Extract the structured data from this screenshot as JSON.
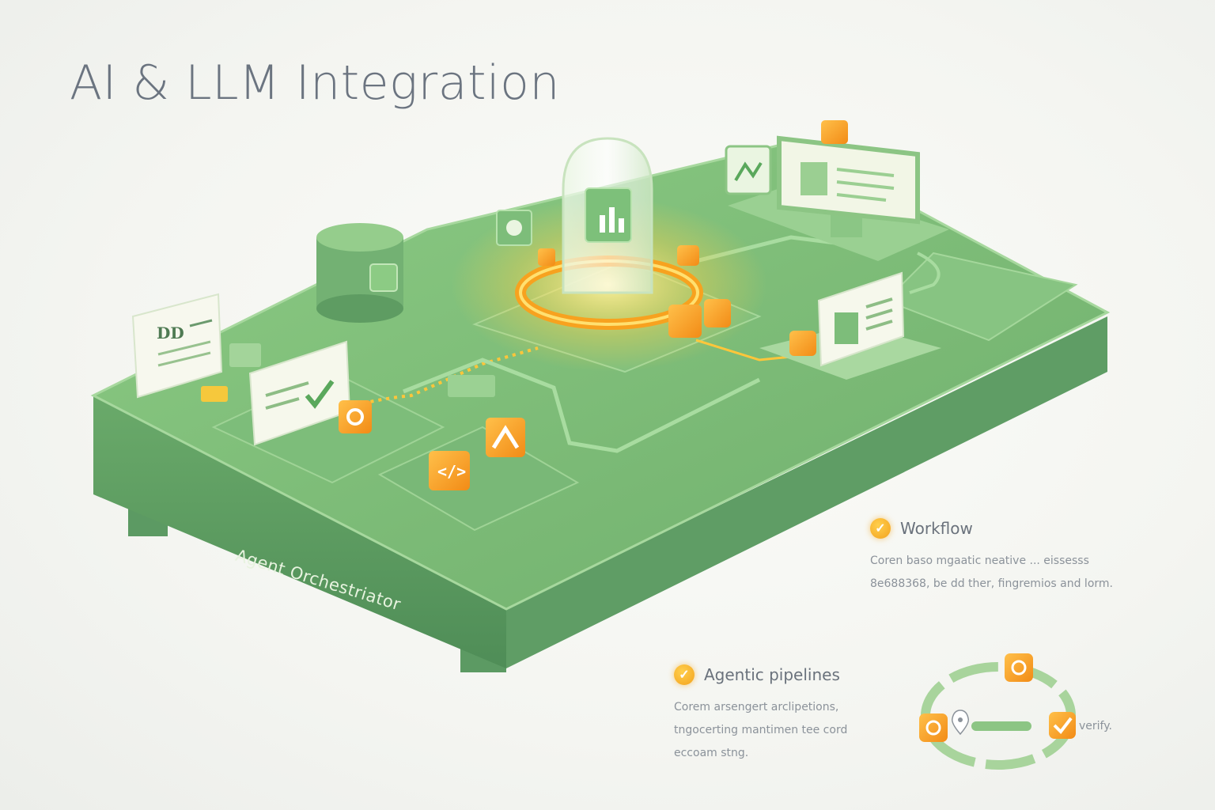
{
  "title": "AI & LLM Integration",
  "platform": {
    "label": "Agent Orchestriator"
  },
  "doc_card": {
    "label": "DD"
  },
  "workflow": {
    "label": "Workflow",
    "lines": [
      "Coren baso mgaatic neative ... eissesss",
      "8e688368, be dd ther, fingremios and lorm."
    ]
  },
  "agentic": {
    "label": "Agentic pipelines",
    "lines": [
      "Corem arsengert arclipetions,",
      "tngocerting mantimen tee cord",
      "eccoam stng."
    ]
  },
  "cycle": {
    "verify_label": "verify."
  },
  "colors": {
    "accent": "#f5a623",
    "platform_green": "#7fc07a",
    "platform_dark": "#5d9e63",
    "glow": "#ffd24a"
  },
  "icons": [
    "check-circle-icon",
    "chart-icon",
    "code-icon",
    "database-icon",
    "monitor-icon",
    "document-icon",
    "target-icon",
    "location-pin-icon"
  ]
}
